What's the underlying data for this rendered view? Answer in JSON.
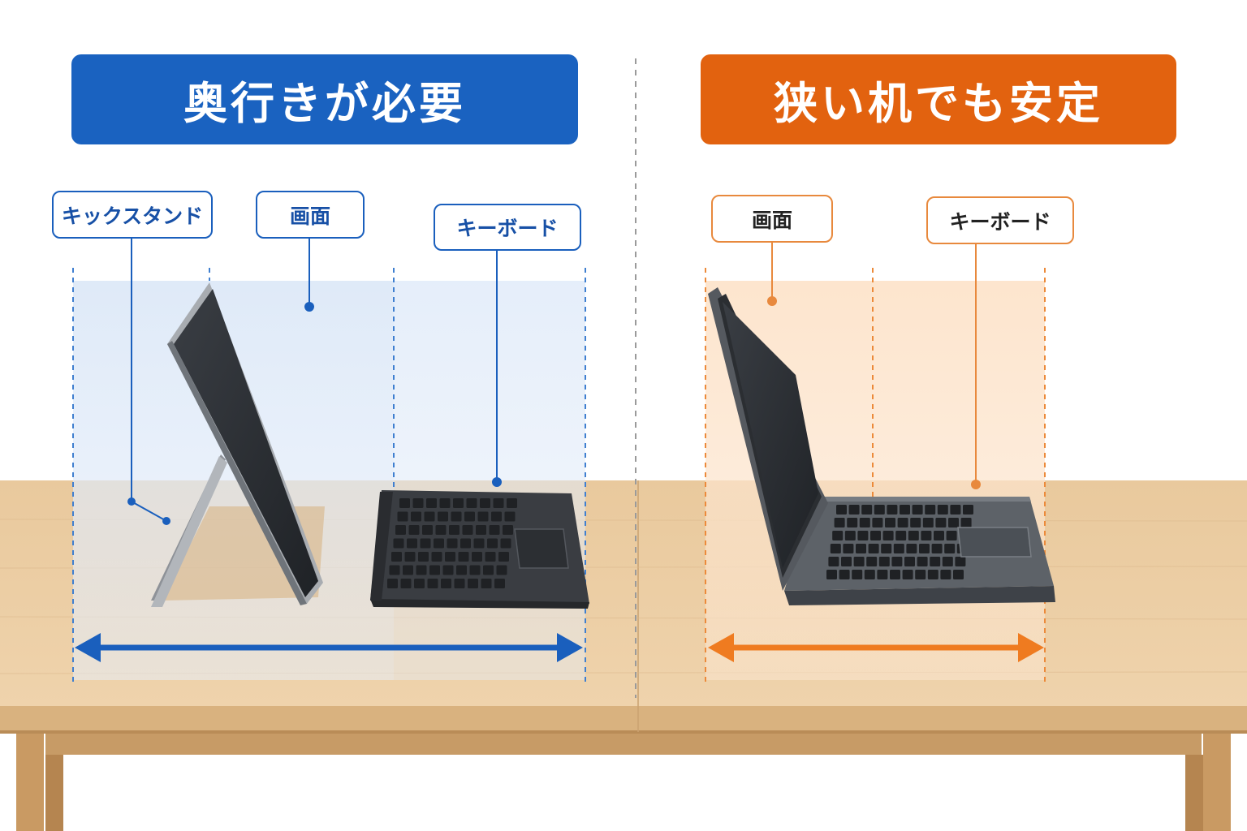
{
  "left_panel": {
    "title": "奥行きが必要",
    "labels": {
      "kickstand": "キックスタンド",
      "screen": "画面",
      "keyboard": "キーボード"
    },
    "accent_color": "#1a62c0"
  },
  "right_panel": {
    "title": "狭い机でも安定",
    "labels": {
      "screen": "画面",
      "keyboard": "キーボード"
    },
    "accent_color": "#e2620f"
  },
  "colors": {
    "desk": "#e8c89b",
    "desk_edge": "#d2a877",
    "leg": "#c99a63",
    "device_body": "#555a60",
    "screen": "#2a2d31"
  }
}
